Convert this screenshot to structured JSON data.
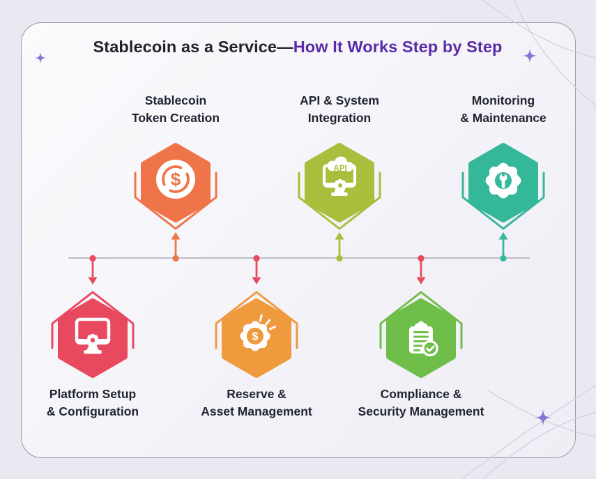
{
  "title": {
    "prefix": "Stablecoin as a Service—",
    "accent": "How It Works Step by Step"
  },
  "steps": [
    {
      "id": "stablecoin-token-creation",
      "line1": "Stablecoin",
      "line2": "Token Creation",
      "row": "top",
      "color": "#ef7449",
      "arrow_color": "#ef7449",
      "icon": "coin-dollar-icon",
      "icon_text": "$"
    },
    {
      "id": "api-system-integration",
      "line1": "API & System",
      "line2": "Integration",
      "row": "top",
      "color": "#a9be3d",
      "arrow_color": "#a9be3d",
      "icon": "api-monitor-icon",
      "icon_text": "API"
    },
    {
      "id": "monitoring-maintenance",
      "line1": "Monitoring",
      "line2": "& Maintenance",
      "row": "top",
      "color": "#35b79a",
      "arrow_color": "#35b79a",
      "icon": "gear-wrench-icon",
      "icon_text": ""
    },
    {
      "id": "platform-setup-configuration",
      "line1": "Platform Setup",
      "line2": "& Configuration",
      "row": "bottom",
      "color": "#e8495f",
      "arrow_color": "#e8495f",
      "icon": "monitor-gear-icon",
      "icon_text": ""
    },
    {
      "id": "reserve-asset-management",
      "line1": "Reserve &",
      "line2": "Asset Management",
      "row": "bottom",
      "color": "#f09a3e",
      "arrow_color": "#e8495f",
      "icon": "gear-dollar-icon",
      "icon_text": "$"
    },
    {
      "id": "compliance-security-management",
      "line1": "Compliance &",
      "line2": "Security Management",
      "row": "bottom",
      "color": "#6fbe49",
      "arrow_color": "#e8495f",
      "icon": "clipboard-check-icon",
      "icon_text": ""
    }
  ],
  "timeline": {
    "line_color": "#bcbcc2"
  },
  "decor": {
    "sparkle_color": "#8a72d4",
    "arc_color": "#cfcfdc"
  },
  "canvas": {
    "background": "#eae9f1",
    "card_border": "#9b9ba6",
    "title_dark": "#20222c",
    "title_accent": "#5b2ba8",
    "label_color": "#1f2430"
  }
}
